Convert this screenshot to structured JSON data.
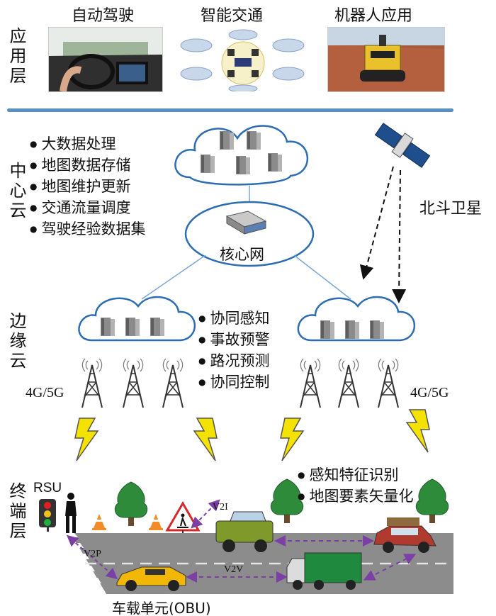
{
  "layers": {
    "application": "应用层",
    "center_cloud": "中心云",
    "edge_cloud": "边缘云",
    "terminal": "终端层"
  },
  "apps": [
    {
      "title": "自动驾驶",
      "image": "driver-interior-photo"
    },
    {
      "title": "智能交通",
      "image": "smart-traffic-diagram"
    },
    {
      "title": "机器人应用",
      "image": "robot-photo"
    }
  ],
  "center_cloud_functions": [
    "大数据处理",
    "地图数据存储",
    "地图维护更新",
    "交通流量调度",
    "驾驶经验数据集"
  ],
  "core_network": "核心网",
  "satellite": "北斗卫星",
  "edge_functions": [
    "协同感知",
    "事故预警",
    "路况预测",
    "协同控制"
  ],
  "network_left": "4G/5G",
  "network_right": "4G/5G",
  "terminal_functions": [
    "感知特征识别",
    "地图要素矢量化"
  ],
  "rsu": "RSU",
  "v2i": "V2I",
  "v2p": "V2P",
  "v2v": "V2V",
  "obu": "车载单元(OBU)",
  "colors": {
    "divider": "#5b8ec7",
    "cloud_stroke": "#2d6db3",
    "arrow": "#7b3fa6",
    "lightning": "#f4e200",
    "tree": "#2e8b3a",
    "road": "#8c8c8c"
  }
}
